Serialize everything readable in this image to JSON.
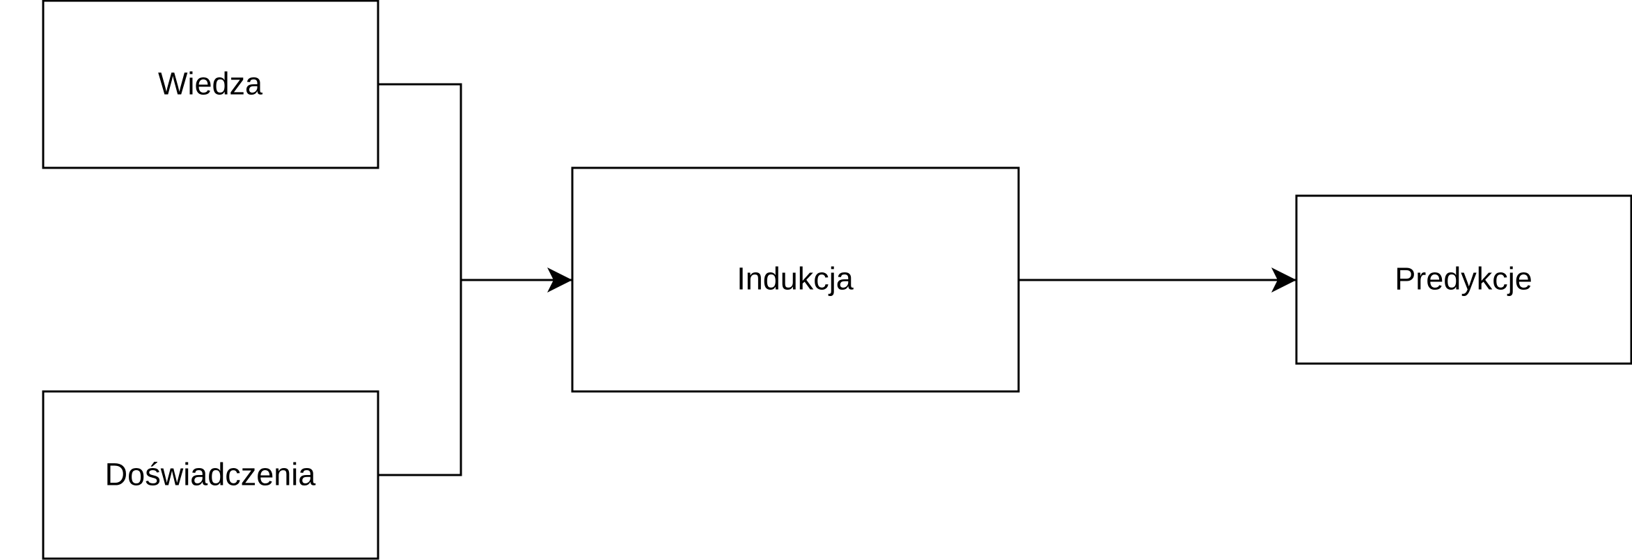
{
  "diagram": {
    "nodes": {
      "wiedza": {
        "label": "Wiedza"
      },
      "doswiadczenia": {
        "label": "Doświadczenia"
      },
      "indukcja": {
        "label": "Indukcja"
      },
      "predykcje": {
        "label": "Predykcje"
      }
    },
    "edges": [
      {
        "from": "wiedza",
        "to": "indukcja"
      },
      {
        "from": "doswiadczenia",
        "to": "indukcja"
      },
      {
        "from": "indukcja",
        "to": "predykcje"
      }
    ]
  },
  "colors": {
    "stroke": "#000000",
    "text": "#000000",
    "background": "#ffffff"
  }
}
